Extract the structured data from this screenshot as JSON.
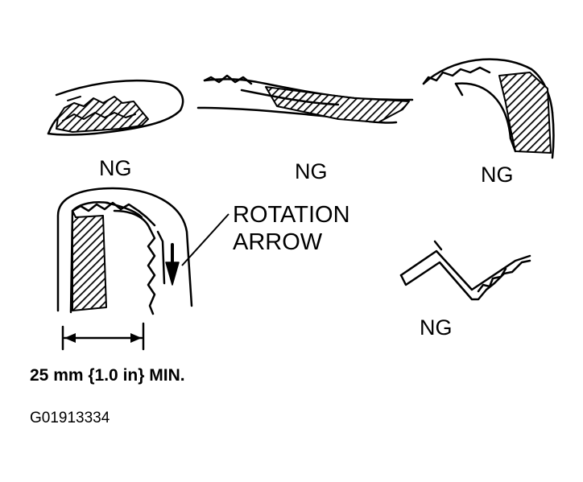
{
  "labels": {
    "ng": "NG",
    "rotation_line1": "ROTATION",
    "rotation_line2": "ARROW",
    "min_spec": "25 mm {1.0 in} MIN.",
    "figure_code": "G01913334"
  },
  "colors": {
    "ink": "#000000",
    "paper": "#ffffff"
  }
}
